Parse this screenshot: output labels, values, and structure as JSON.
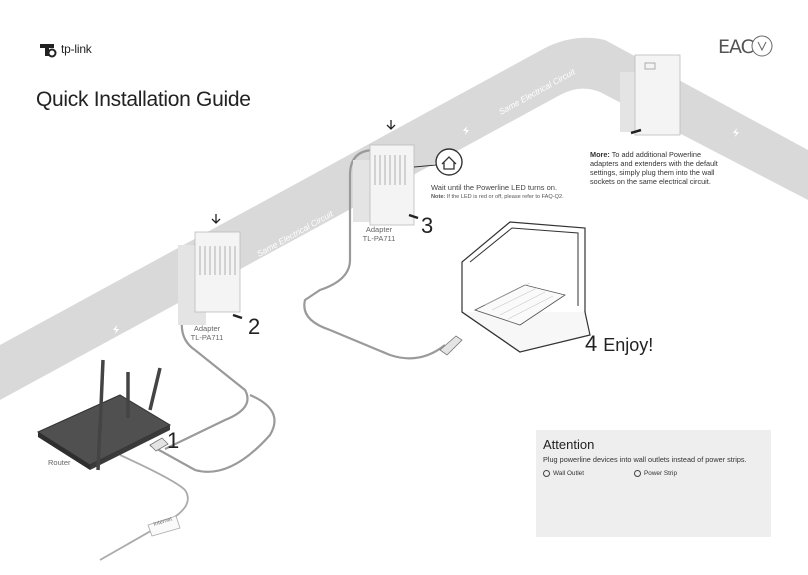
{
  "brand": {
    "logo_text": "tp-link"
  },
  "title": "Quick Installation Guide",
  "certification": {
    "eac_text": "EAC"
  },
  "band": {
    "label_1": "Same Electrical Circuit",
    "label_2": "Same Electrical Circuit"
  },
  "steps": {
    "step1": {
      "number": "1",
      "device_label": "Router",
      "cable_label": "Internet"
    },
    "step2": {
      "number": "2",
      "device_label_line1": "Adapter",
      "device_label_line2": "TL-PA711"
    },
    "step3": {
      "number": "3",
      "device_label_line1": "Adapter",
      "device_label_line2": "TL-PA711",
      "instruction": "Wait until the Powerline LED turns on.",
      "note_label": "Note:",
      "note_text": " If the LED is red or off, please refer to FAQ-Q2."
    },
    "step4": {
      "number": "4",
      "text": "Enjoy!"
    }
  },
  "more": {
    "label": "More:",
    "text": " To add additional Powerline adapters and extenders with the default settings, simply plug them into the wall sockets on the same electrical circuit."
  },
  "attention": {
    "title": "Attention",
    "text": "Plug powerline devices into wall outlets instead of power strips.",
    "good_label": "Wall Outlet",
    "bad_label": "Power Strip"
  },
  "colors": {
    "band": "#d9d9d9",
    "panel": "#eeeeee",
    "cable": "#9a9a9a"
  }
}
